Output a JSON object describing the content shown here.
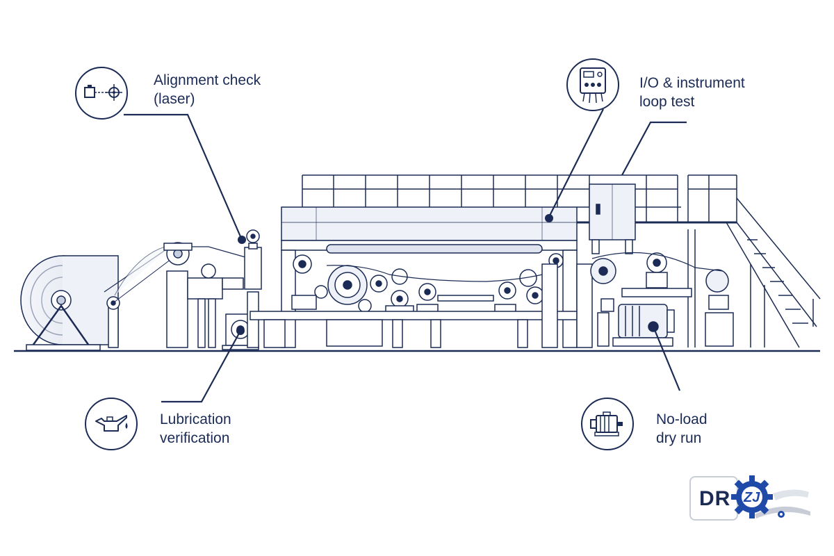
{
  "callouts": {
    "alignment": {
      "line1": "Alignment check",
      "line2": "(laser)",
      "icon": "laser-alignment-icon"
    },
    "io_test": {
      "line1": "I/O & instrument",
      "line2": "loop test",
      "icon": "control-panel-icon"
    },
    "lubrication": {
      "line1": "Lubrication",
      "line2": "verification",
      "icon": "oil-can-icon"
    },
    "dry_run": {
      "line1": "No-load",
      "line2": "dry run",
      "icon": "electric-motor-icon"
    }
  },
  "logo": {
    "text": "DR",
    "mark": "ZJ",
    "icon": "gear-logo-icon"
  },
  "colors": {
    "line": "#1b2b55",
    "fill": "#eef1f7",
    "accent": "#2a4aa8"
  }
}
